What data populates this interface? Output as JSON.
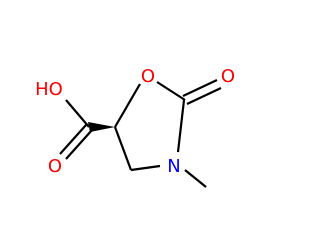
{
  "atoms": {
    "ring_o": "O",
    "carbonyl_o": "O",
    "ring_n": "N",
    "acid_oh": "HO",
    "acid_o": "O"
  },
  "colors": {
    "oxygen": "#ff0000",
    "nitrogen": "#0000ff",
    "bond": "#000000",
    "background": "#ffffff"
  }
}
